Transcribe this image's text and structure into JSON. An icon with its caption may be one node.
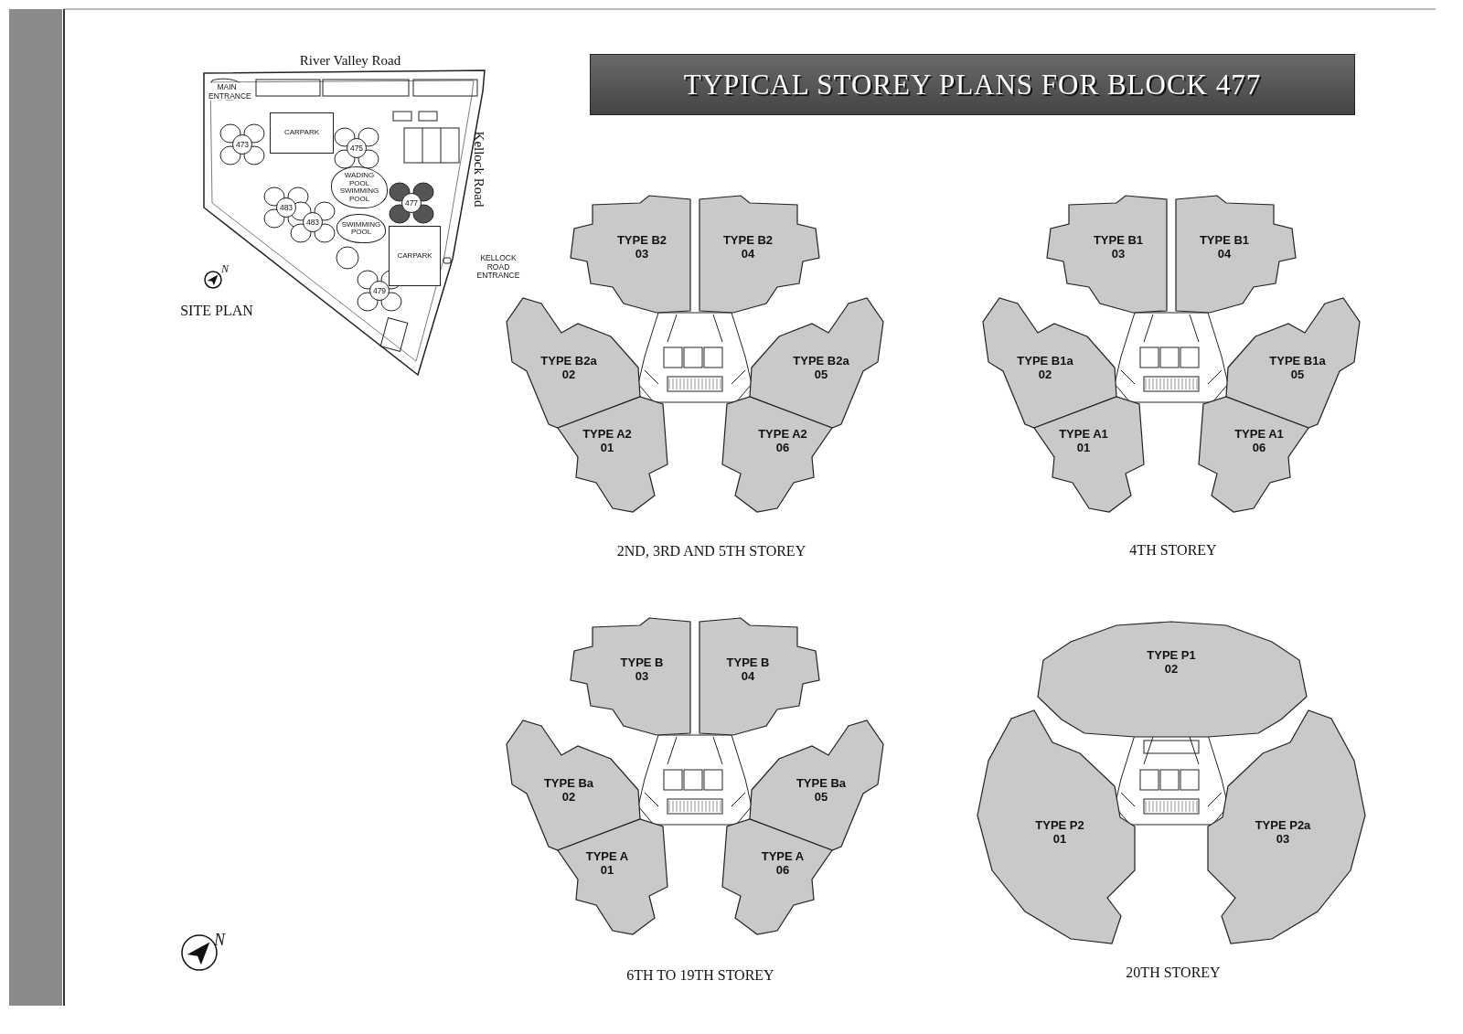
{
  "diagram": {
    "title": "TYPICAL STOREY PLANS FOR BLOCK 477",
    "nodes": [
      {
        "text": [
          "CARPARK"
        ]
      },
      {
        "text": [
          "473"
        ]
      },
      {
        "text": [
          "475"
        ]
      },
      {
        "text": [
          "WADING POOL",
          "SWIMMING POOL"
        ]
      },
      {
        "text": [
          "483"
        ]
      },
      {
        "text": [
          "477"
        ]
      },
      {
        "text": [
          "483"
        ]
      },
      {
        "text": [
          "SWIMMING POOL"
        ]
      },
      {
        "text": [
          "CARPARK"
        ]
      },
      {
        "text": [
          "479"
        ]
      },
      {
        "text": [
          "TYPE B2",
          "03"
        ]
      },
      {
        "text": [
          "TYPE B2",
          "04"
        ]
      },
      {
        "text": [
          "TYPE B2a",
          "02"
        ]
      },
      {
        "text": [
          "TYPE B2a",
          "05"
        ]
      },
      {
        "text": [
          "TYPE A2",
          "01"
        ]
      },
      {
        "text": [
          "TYPE A2",
          "06"
        ]
      },
      {
        "text": [
          "TYPE B1",
          "03"
        ]
      },
      {
        "text": [
          "TYPE B1",
          "04"
        ]
      },
      {
        "text": [
          "TYPE B1a",
          "02"
        ]
      },
      {
        "text": [
          "TYPE B1a",
          "05"
        ]
      },
      {
        "text": [
          "TYPE A1",
          "01"
        ]
      },
      {
        "text": [
          "TYPE A1",
          "06"
        ]
      },
      {
        "text": [
          "TYPE B",
          "03"
        ]
      },
      {
        "text": [
          "TYPE B",
          "04"
        ]
      },
      {
        "text": [
          "TYPE Ba",
          "02"
        ]
      },
      {
        "text": [
          "TYPE Ba",
          "05"
        ]
      },
      {
        "text": [
          "TYPE A",
          "01"
        ]
      },
      {
        "text": [
          "TYPE A",
          "06"
        ]
      },
      {
        "text": [
          "TYPE P1",
          "02"
        ]
      },
      {
        "text": [
          "TYPE P2",
          "01"
        ]
      },
      {
        "text": [
          "TYPE P2a",
          "03"
        ]
      }
    ],
    "labels": [
      "River Valley Road",
      "MAIN ENTRANCE",
      "Kellock Road",
      "KELLOCK ROAD ENTRANCE",
      "N",
      "SITE PLAN",
      "2ND, 3RD AND 5TH STOREY",
      "4TH STOREY",
      "N",
      "6TH TO 19TH STOREY",
      "20TH STOREY"
    ]
  }
}
